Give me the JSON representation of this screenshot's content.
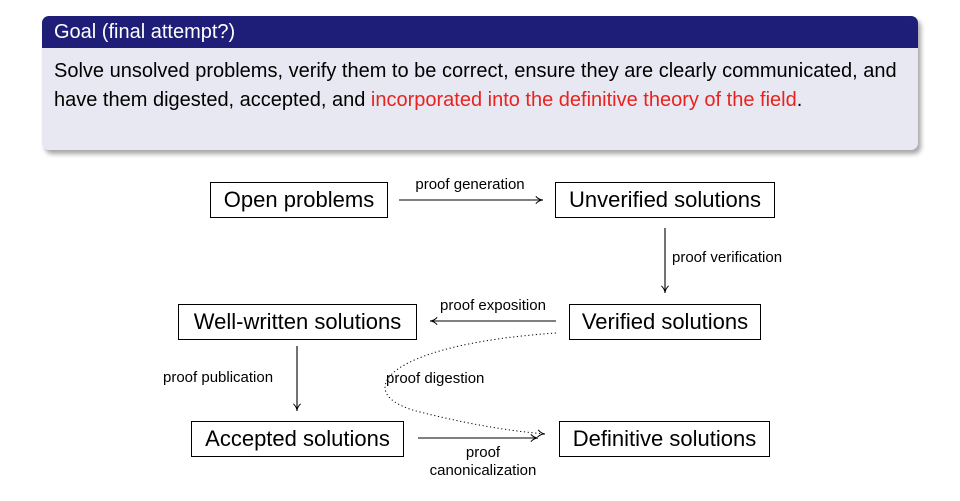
{
  "goal": {
    "title": "Goal (final attempt?)",
    "text_before": "Solve unsolved problems, verify them to be correct, ensure they are clearly communicated, and have them digested, accepted, and ",
    "text_highlight": "incorporated into the definitive theory of the field",
    "text_after": ".",
    "highlight_color": "#e8231f",
    "title_bar_color": "#1e1e78"
  },
  "diagram": {
    "nodes": {
      "open": "Open problems",
      "unverified": "Unverified solutions",
      "verified": "Verified solutions",
      "wellwritten": "Well-written solutions",
      "accepted": "Accepted solutions",
      "definitive": "Definitive solutions"
    },
    "edges": {
      "generation": "proof generation",
      "verification": "proof verification",
      "exposition": "proof exposition",
      "publication": "proof publication",
      "digestion": "proof digestion",
      "canonicalization_1": "proof",
      "canonicalization_2": "canonicalization"
    }
  }
}
